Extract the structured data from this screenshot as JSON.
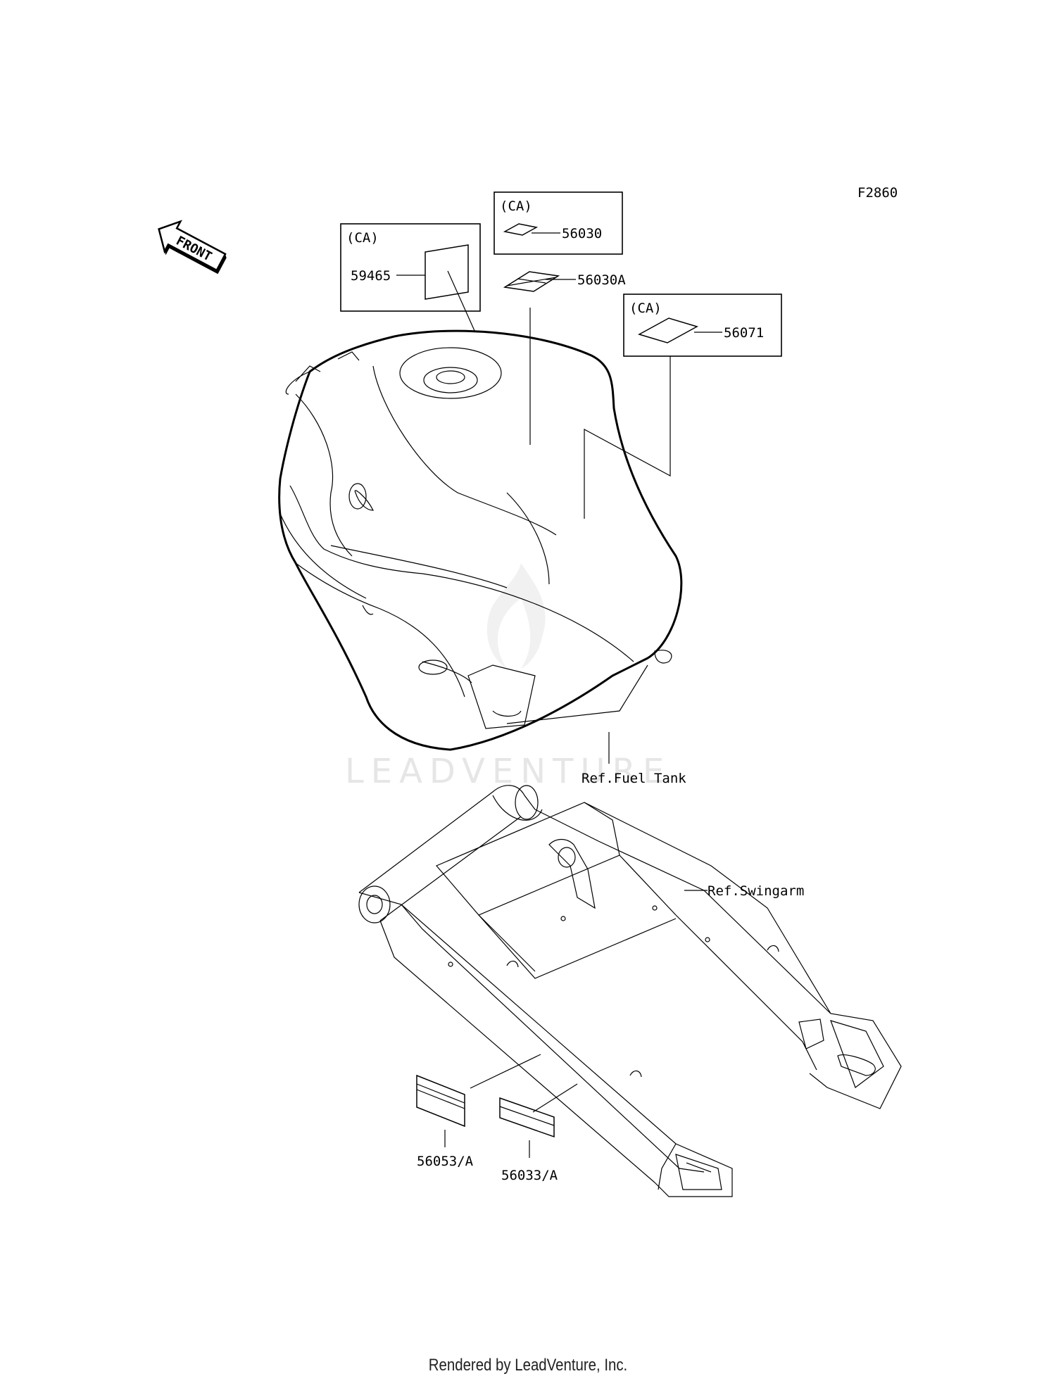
{
  "figure_code": "F2860",
  "front_label": "FRONT",
  "watermark": "LEADVENTURE",
  "parts": [
    {
      "id": "p59465",
      "number": "59465",
      "tag": "(CA)"
    },
    {
      "id": "p56030",
      "number": "56030",
      "tag": "(CA)"
    },
    {
      "id": "p56030A",
      "number": "56030A"
    },
    {
      "id": "p56071",
      "number": "56071",
      "tag": "(CA)"
    },
    {
      "id": "p56053",
      "number": "56053/A"
    },
    {
      "id": "p56033",
      "number": "56033/A"
    }
  ],
  "references": {
    "fuel_tank": "Ref.Fuel Tank",
    "swingarm": "Ref.Swingarm"
  },
  "footer": "Rendered by LeadVenture, Inc."
}
